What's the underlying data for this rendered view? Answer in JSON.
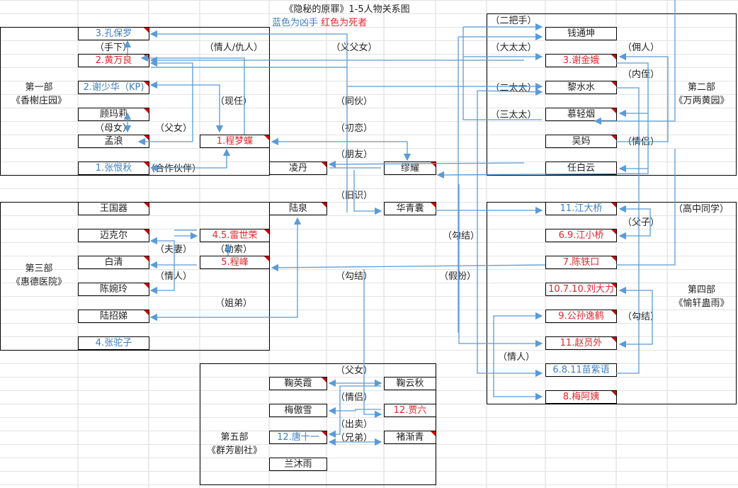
{
  "title": "《隐秘的原罪》1-5人物关系图",
  "legend": {
    "killer": "蓝色为凶手",
    "victim": "红色为死者",
    "killer_color": "#3c7fc0",
    "victim_color": "#e0262c"
  },
  "sections": [
    {
      "part": "第一部",
      "name": "《香榭庄园》"
    },
    {
      "part": "第二部",
      "name": "《万两黄园》"
    },
    {
      "part": "第三部",
      "name": "《惠德医院》"
    },
    {
      "part": "第四部",
      "name": "《愉轩蛊雨》"
    },
    {
      "part": "第五部",
      "name": "《群芳剧社》"
    }
  ],
  "nodes": {
    "kong": "3.孔保罗",
    "huang": "2.黄万良",
    "xie_sh": "2.谢少华（KP)",
    "gu": "顾玛莉",
    "meng": "孟浪",
    "zhang_hq": "1.张恨秋",
    "cheng_md": "1.程梦蝶",
    "ling": "凌丹",
    "miao_y": "缪耀",
    "lu_q": "陆泉",
    "hua": "华青囊",
    "qian": "钱通坤",
    "xie_je": "3.谢金娥",
    "li": "黎水水",
    "mu": "慕轻烟",
    "wu": "吴妈",
    "ren": "任白云",
    "wang": "王国器",
    "mai": "迈克尔",
    "bai": "白清",
    "chen_wl": "陈婉玲",
    "lu_zd": "陆招娣",
    "zhang_tz": "4.张驼子",
    "lei": "4.5.雷世荣",
    "cheng_f": "5.程峰",
    "jiang_dq": "11.江大桥",
    "jiang_xq": "6.9.江小桥",
    "chen_tk": "7.陈铁口",
    "liu": "10.7.10.刘大力",
    "gongsun": "9.公孙逸鹤",
    "zhao": "11.赵员外",
    "miao_zy": "6.8.11苗紫语",
    "mei_ay": "8.梅阿姨",
    "ju_yx": "鞠英霞",
    "ju_yq": "鞠云秋",
    "mei_ax": "梅傲雪",
    "jia": "12.贾六",
    "tang": "12.唐十一",
    "chu": "褚渐青",
    "lan": "兰沐雨"
  },
  "relations": {
    "shouxia": "（手下）",
    "qingren_chouren": "（情人/仇人）",
    "yifunv": "（义父女）",
    "xianren": "（现任）",
    "tonghuo": "（同伙）",
    "munv": "（母女）",
    "funv1": "（父女）",
    "chulian": "（初恋）",
    "pengyou": "（朋友）",
    "hezuo": "（合作伙伴）",
    "jiushi": "（旧识）",
    "erbashou": "（二把手）",
    "dataitai": "（大太太）",
    "yongren": "（佣人）",
    "neizhi": "（内侄）",
    "ertaitai": "（二太太）",
    "santaitai": "（三太太）",
    "qinglv1": "（情侣）",
    "gaozhong": "（高中同学）",
    "fuzi": "（父子）",
    "goujie1": "（勾结）",
    "fuqi": "（夫妻）",
    "lesuo": "（勒索）",
    "qingren1": "（情人）",
    "goujie2": "（勾结）",
    "jiaban": "（假扮）",
    "jiedi": "（姐弟）",
    "goujie3": "（勾结）",
    "qingren2": "（情人）",
    "funv2": "（父女）",
    "qinglv2": "（情侣）",
    "chumai": "（出卖）",
    "xiongdi": "（兄弟）"
  }
}
